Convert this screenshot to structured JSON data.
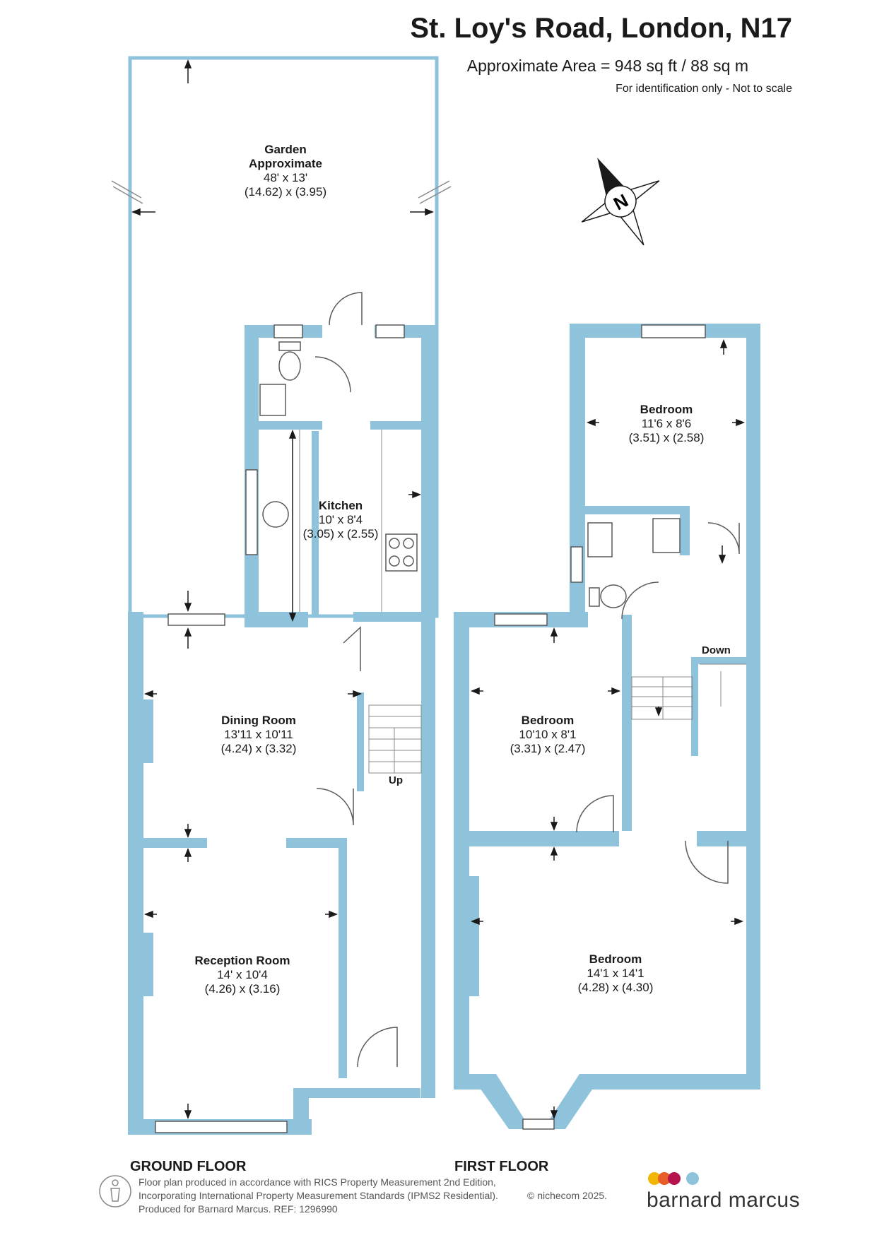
{
  "header": {
    "title": "St. Loy's Road, London, N17",
    "area": "Approximate Area = 948 sq ft / 88 sq m",
    "note": "For identification only - Not to scale"
  },
  "compass": {
    "label": "N"
  },
  "rooms": [
    {
      "id": "garden",
      "name": "Garden",
      "sub": "Approximate",
      "imperial": "48' x 13'",
      "metric": "(14.62) x (3.95)"
    },
    {
      "id": "kitchen",
      "name": "Kitchen",
      "imperial": "10' x 8'4",
      "metric": "(3.05) x (2.55)"
    },
    {
      "id": "dining",
      "name": "Dining Room",
      "imperial": "13'11 x 10'11",
      "metric": "(4.24) x (3.32)"
    },
    {
      "id": "reception",
      "name": "Reception Room",
      "imperial": "14' x 10'4",
      "metric": "(4.26) x (3.16)"
    },
    {
      "id": "bed-rear",
      "name": "Bedroom",
      "imperial": "11'6 x 8'6",
      "metric": "(3.51) x (2.58)"
    },
    {
      "id": "bed-middle",
      "name": "Bedroom",
      "imperial": "10'10 x 8'1",
      "metric": "(3.31) x (2.47)"
    },
    {
      "id": "bed-front",
      "name": "Bedroom",
      "imperial": "14'1 x 14'1",
      "metric": "(4.28) x (4.30)"
    }
  ],
  "stairs": {
    "up": "Up",
    "down": "Down"
  },
  "floors": {
    "ground": "GROUND FLOOR",
    "first": "FIRST FLOOR"
  },
  "footer": {
    "line1": "Floor plan produced in accordance with RICS Property Measurement 2nd Edition,",
    "line2": "Incorporating International Property Measurement Standards (IPMS2 Residential).",
    "line3": "Produced for Barnard Marcus.   REF:  1296990",
    "copyright": "© nichecom 2025."
  },
  "brand": {
    "name": "barnard marcus",
    "dots": [
      "#f2b705",
      "#e85d2a",
      "#b5124e",
      "#8fc3dc"
    ]
  },
  "colors": {
    "wall": "#8fc3dc",
    "stroke": "#5a5a5a"
  }
}
